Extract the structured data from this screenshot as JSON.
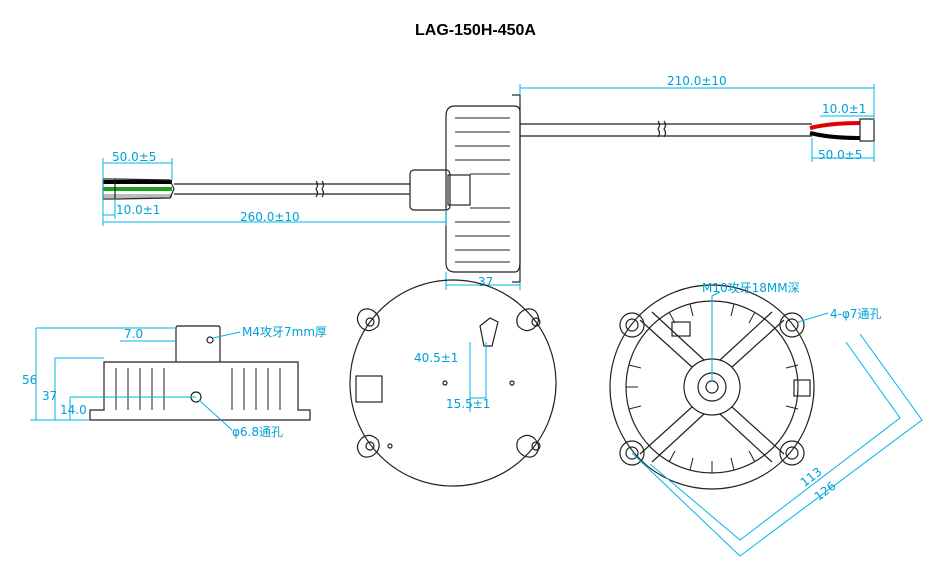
{
  "title": "LAG-150H-450A",
  "dimensions": {
    "output_cable_length": "210.0±10",
    "output_strip_length": "10.0±1",
    "output_wire_length": "50.0±5",
    "input_wire_length": "50.0±5",
    "input_strip_length": "10.0±1",
    "input_cable_length": "260.0±10",
    "body_height": "37",
    "bracket_offset": "7.0",
    "tap_m4": "M4攻牙7mm厚",
    "total_height": "56",
    "side_height": "37",
    "hole_height": "14.0",
    "side_hole": "φ6.8通孔",
    "slot_height": "40.5±1",
    "slot_offset": "15.5±1",
    "tap_m10": "M10攻牙18MM深",
    "mount_holes": "4-φ7通孔",
    "pitch_inner": "113",
    "pitch_outer": "126"
  },
  "colors": {
    "dimension": "#00a0d8",
    "outline": "#222222",
    "wire_red": "#e00000",
    "wire_green": "#1aa01a",
    "wire_black": "#000000"
  }
}
